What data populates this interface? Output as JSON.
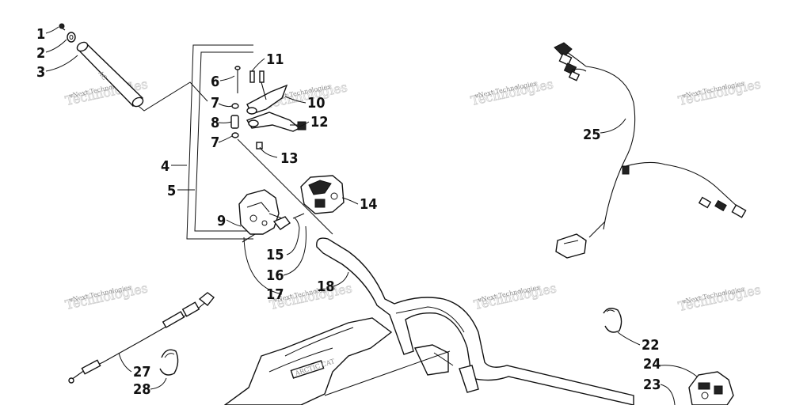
{
  "diagram": {
    "callouts": [
      "1",
      "2",
      "3",
      "4",
      "5",
      "6",
      "7",
      "8",
      "7",
      "9",
      "10",
      "11",
      "12",
      "13",
      "14",
      "15",
      "16",
      "17",
      "18",
      "22",
      "23",
      "24",
      "25",
      "27",
      "28"
    ],
    "watermark": "vNext Technologies",
    "grip_stamp": "AC",
    "pad_stamp": "ARCTIC CAT"
  }
}
